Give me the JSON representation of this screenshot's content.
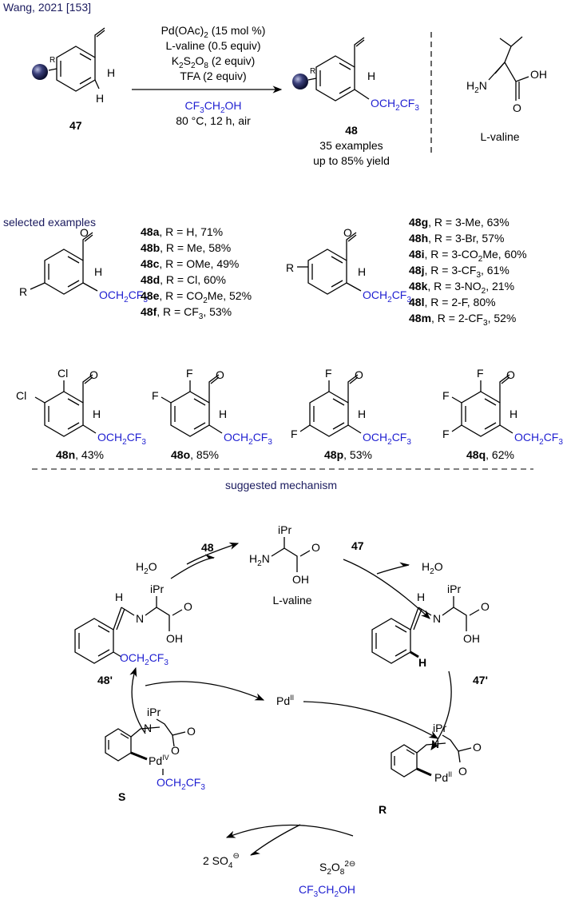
{
  "header": {
    "citation": "Wang, 2021 [153]"
  },
  "reaction": {
    "conditions": [
      "Pd(OAc)2 (15 mol %)",
      "L-valine (0.5 equiv)",
      "K2S2O8 (2 equiv)",
      "TFA (2 equiv)"
    ],
    "solvent": "CF3CH2OH",
    "temp": "80 °C, 12 h, air",
    "sm_label": "47",
    "prod_label": "48",
    "prod_examples": "35 examples",
    "prod_yield": "up to 85% yield",
    "valine_label": "L-valine"
  },
  "selected": {
    "heading": "selected examples",
    "col1": [
      {
        "id": "48a",
        "text": ", R = H, 71%"
      },
      {
        "id": "48b",
        "text": ", R = Me, 58%"
      },
      {
        "id": "48c",
        "text": ", R = OMe, 49%"
      },
      {
        "id": "48d",
        "text": ", R = Cl, 60%"
      },
      {
        "id": "48e",
        "text": ", R = CO2Me, 52%"
      },
      {
        "id": "48f",
        "text": ", R = CF3, 53%"
      }
    ],
    "col2": [
      {
        "id": "48g",
        "text": ", R = 3-Me, 63%"
      },
      {
        "id": "48h",
        "text": ", R = 3-Br, 57%"
      },
      {
        "id": "48i",
        "text": ", R = 3-CO2Me, 60%"
      },
      {
        "id": "48j",
        "text": ", R = 3-CF3, 61%"
      },
      {
        "id": "48k",
        "text": ", R = 3-NO2, 21%"
      },
      {
        "id": "48l",
        "text": ", R = 2-F, 80%"
      },
      {
        "id": "48m",
        "text": ", R = 2-CF3, 52%"
      }
    ],
    "bottom": [
      {
        "id": "48n",
        "text": ", 43%"
      },
      {
        "id": "48o",
        "text": ", 85%"
      },
      {
        "id": "48p",
        "text": ", 53%"
      },
      {
        "id": "48q",
        "text": ", 62%"
      }
    ]
  },
  "mechanism": {
    "heading": "suggested mechanism",
    "valine": "L-valine",
    "ipr": "iPr",
    "h2o": "H2O",
    "pd2": "Pd",
    "pd2_sup": "II",
    "pdiv_sup": "IV",
    "s_label": "S",
    "r_label": "R",
    "i47p": "47'",
    "i48p": "48'",
    "n47": "47",
    "n48": "48",
    "persulfate": "S2O8",
    "persulfate_charge": "2⊖",
    "sulfate": "2 SO4",
    "sulfate_charge": "⊖",
    "tfe": "CF3CH2OH"
  }
}
